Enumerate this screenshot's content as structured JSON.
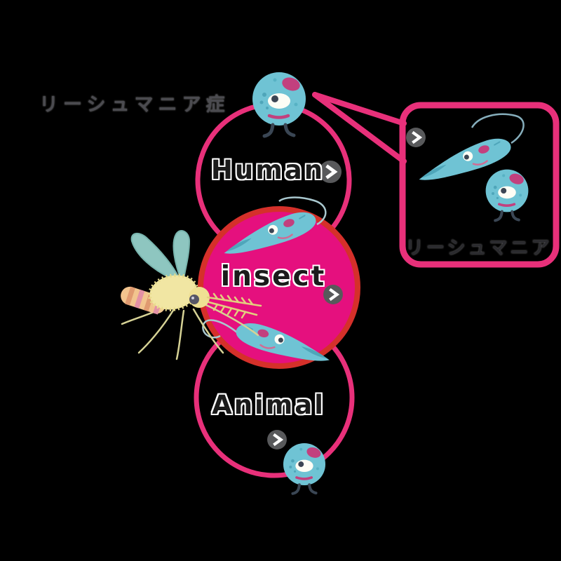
{
  "title": {
    "text": "リーシュマニア症"
  },
  "cycle": {
    "human": {
      "label": "Human",
      "arrow_icon": "chevron-right"
    },
    "insect": {
      "label": "insect",
      "arrow_icon": "chevron-right"
    },
    "animal": {
      "label": "Animal",
      "arrow_icon": "chevron-right"
    }
  },
  "callout": {
    "label": "リーシュマニア",
    "arrow_icon": "chevron-right",
    "illustrations": [
      "leishmania-promastigote",
      "leishmania-amastigote"
    ]
  },
  "illustrations": {
    "vector_insect": "sandfly-mosquito",
    "human_parasite": "leishmania-amastigote",
    "animal_parasite": "leishmania-amastigote",
    "insect_parasites": [
      "leishmania-promastigote",
      "leishmania-promastigote"
    ]
  },
  "colors": {
    "background": "#000000",
    "ring_pink": "#E8307A",
    "insect_fill": "#E5107E",
    "insect_border": "#D5302A",
    "parasite_teal": "#6FC3D4",
    "parasite_pink": "#C2407E",
    "arrow_gray": "#58595B",
    "label_dark": "#1B1B1B",
    "jp_text": "#4B4B50"
  }
}
